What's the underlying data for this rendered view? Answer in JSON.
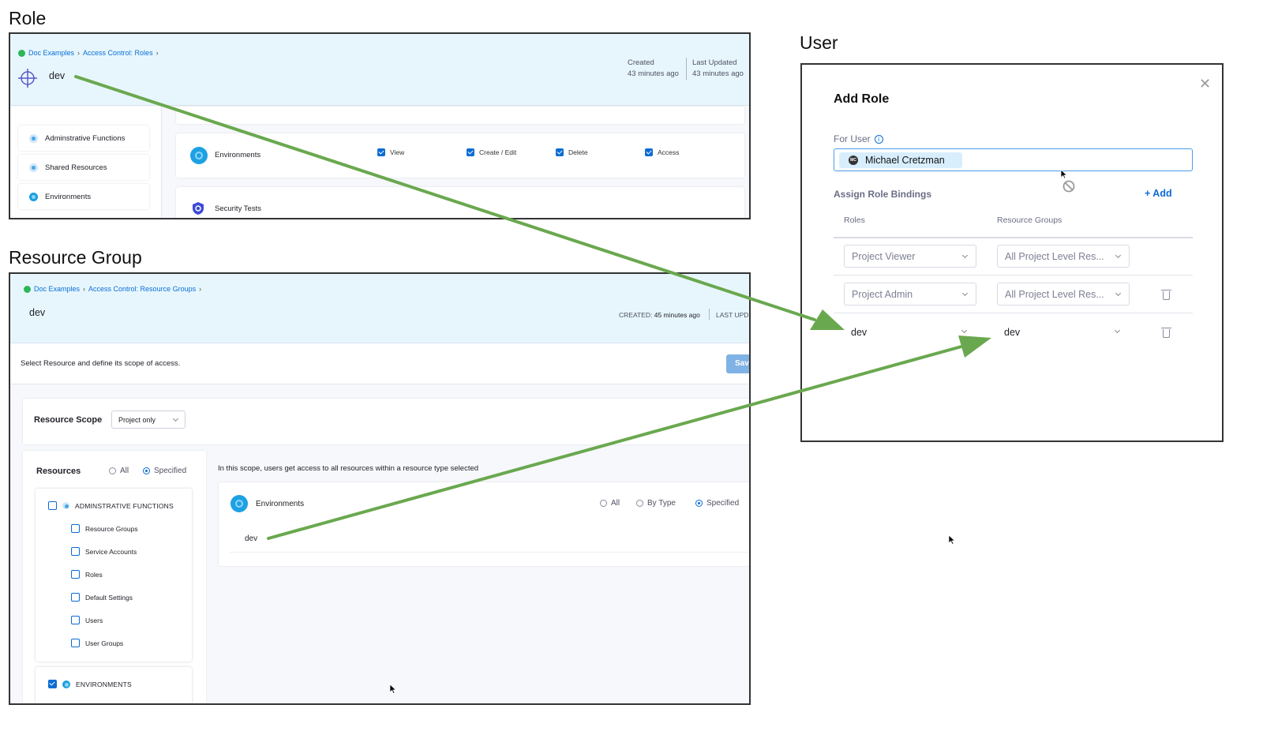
{
  "labels": {
    "role": "Role",
    "resource_group": "Resource Group",
    "user": "User"
  },
  "role_panel": {
    "breadcrumbs": [
      "Doc Examples",
      "Access Control: Roles"
    ],
    "title": "dev",
    "created_label": "Created",
    "created_value": "43 minutes ago",
    "updated_label": "Last Updated",
    "updated_value": "43 minutes ago",
    "sidebar": [
      "Adminstrative Functions",
      "Shared Resources",
      "Environments"
    ],
    "environments_row": {
      "label": "Environments",
      "permissions": [
        {
          "label": "View",
          "checked": true
        },
        {
          "label": "Create / Edit",
          "checked": true
        },
        {
          "label": "Delete",
          "checked": true
        },
        {
          "label": "Access",
          "checked": true
        }
      ]
    },
    "security_row": "Security Tests"
  },
  "rg_panel": {
    "breadcrumbs": [
      "Doc Examples",
      "Access Control: Resource Groups"
    ],
    "title": "dev",
    "created_label": "CREATED:",
    "created_value": "45 minutes ago",
    "updated_label": "LAST UPD",
    "description": "Select Resource and define its scope of access.",
    "save_label": "Sav",
    "scope_label": "Resource Scope",
    "scope_value": "Project only",
    "resources_label": "Resources",
    "resources_options": [
      "All",
      "Specified"
    ],
    "resources_selected": "Specified",
    "admin_group": "ADMINSTRATIVE FUNCTIONS",
    "admin_items": [
      "Resource Groups",
      "Service Accounts",
      "Roles",
      "Default Settings",
      "Users",
      "User Groups"
    ],
    "env_group": "ENVIRONMENTS",
    "scope_note": "In this scope, users get access to all resources within a resource type selected",
    "env_card": {
      "label": "Environments",
      "options": [
        "All",
        "By Type",
        "Specified"
      ],
      "selected": "Specified",
      "item": "dev"
    }
  },
  "user_panel": {
    "title": "Add Role",
    "for_user_label": "For User",
    "user_name": "Michael Cretzman",
    "avatar_initials": "MC",
    "assign_label": "Assign Role Bindings",
    "add_label": "+ Add",
    "col_roles": "Roles",
    "col_resource_groups": "Resource Groups",
    "bindings": [
      {
        "role": "Project Viewer",
        "group": "All Project Level Res..."
      },
      {
        "role": "Project Admin",
        "group": "All Project Level Res..."
      },
      {
        "role": "dev",
        "group": "dev"
      }
    ]
  },
  "colors": {
    "arrow": "#6aa84f",
    "link": "#0a6fd6",
    "header_bg": "#e7f6fd"
  },
  "icons": [
    "crosshair-icon",
    "shield-icon",
    "close-icon",
    "info-icon",
    "trash-icon",
    "chevron-down-icon"
  ]
}
